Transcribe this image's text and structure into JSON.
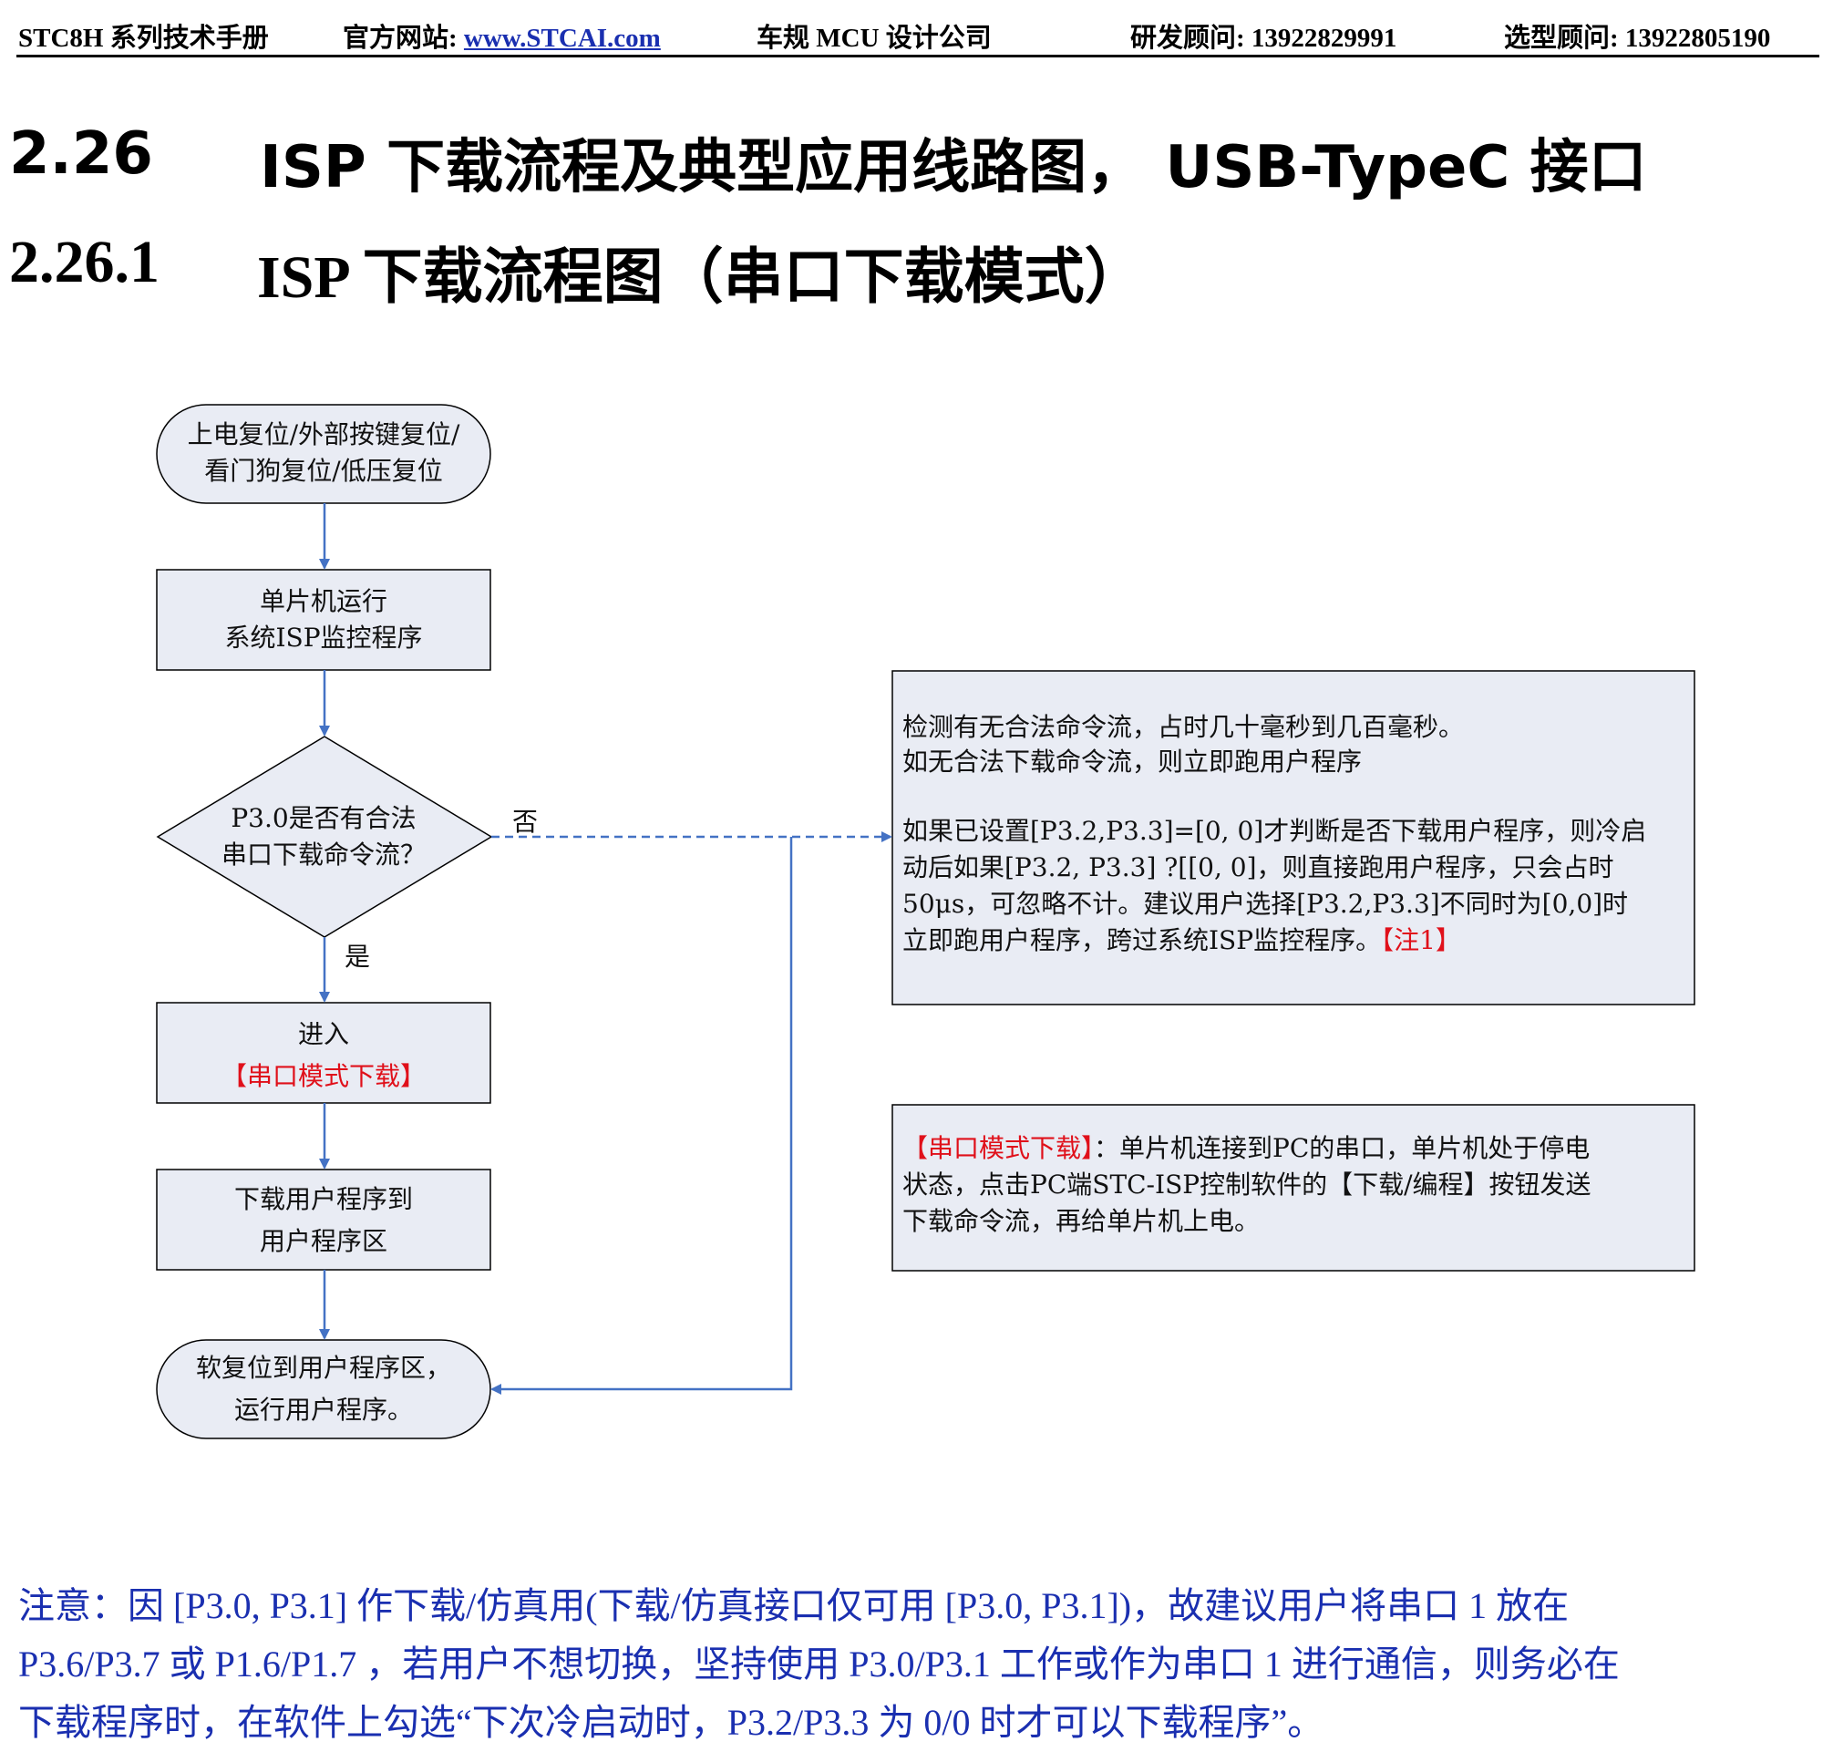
{
  "header": {
    "manual": "STC8H 系列技术手册",
    "website_label": "官方网站: ",
    "website_link": "www.STCAI.com",
    "company": "车规 MCU 设计公司",
    "rd_contact": "研发顾问: 13922829991",
    "sales_contact": "选型顾问: 13922805190"
  },
  "section": {
    "number": "2.26",
    "title": "ISP 下载流程及典型应用线路图， USB-TypeC 接口"
  },
  "subsection": {
    "number": "2.26.1",
    "title": "ISP 下载流程图（串口下载模式）"
  },
  "flow": {
    "start": [
      "上电复位/外部按键复位/",
      "看门狗复位/低压复位"
    ],
    "run_isp": [
      "单片机运行",
      "系统ISP监控程序"
    ],
    "decision": [
      "P3.0是否有合法",
      "串口下载命令流？"
    ],
    "no_label": "否",
    "yes_label": "是",
    "enter_line1": "进入",
    "enter_line2": "【串口模式下载】",
    "download": [
      "下载用户程序到",
      "用户程序区"
    ],
    "end": [
      "软复位到用户程序区，",
      "运行用户程序。"
    ]
  },
  "note1": {
    "lines": [
      "检测有无合法命令流，占时几十毫秒到几百毫秒。",
      "如无合法下载命令流，则立即跑用户程序",
      "",
      "如果已设置[P3.2,P3.3]=[0, 0]才判断是否下载用户程序，则冷启",
      "动后如果[P3.2, P3.3] ?[[0, 0]，则直接跑用户程序，只会占时",
      "50μs，可忽略不计。建议用户选择[P3.2,P3.3]不同时为[0,0]时"
    ],
    "last_line": "立即跑用户程序，跨过系统ISP监控程序。",
    "last_mark": "【注1】"
  },
  "note2": {
    "mark": "【串口模式下载】",
    "line1_rest": "：单片机连接到PC的串口，单片机处于停电",
    "line2": "状态，点击PC端STC-ISP控制软件的【下载/编程】按钮发送",
    "line3": "下载命令流，再给单片机上电。"
  },
  "notice": {
    "lines": [
      "注意：因 [P3.0, P3.1] 作下载/仿真用(下载/仿真接口仅可用 [P3.0, P3.1])，故建议用户将串口 1 放在",
      "P3.6/P3.7 或 P1.6/P1.7 ，若用户不想切换，坚持使用 P3.0/P3.1 工作或作为串口 1 进行通信，则务必在",
      "下载程序时，在软件上勾选“下次冷启动时，P3.2/P3.3 为 0/0 时才可以下载程序”。"
    ]
  },
  "colors": {
    "box_fill": "#e9ecf4",
    "arrow": "#4472c4",
    "link": "#1a2fb0",
    "highlight": "#e0101a"
  }
}
